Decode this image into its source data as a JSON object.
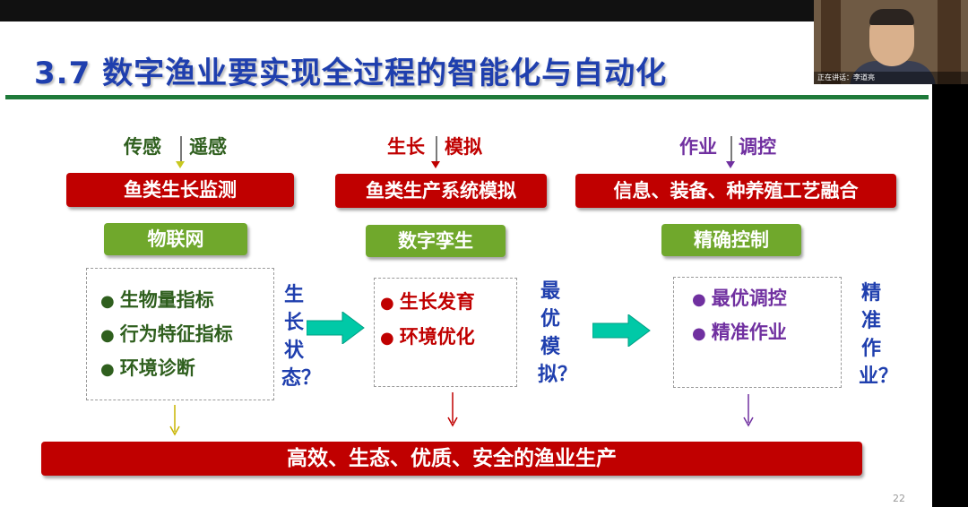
{
  "slide": {
    "title": "3.7  数字渔业要实现全过程的智能化与自动化",
    "page_number": "22",
    "column1": {
      "top_left": "传感",
      "top_right": "遥感",
      "red_label": "鱼类生长监测",
      "green_label": "物联网",
      "bullets": [
        "生物量指标",
        "行为特征指标",
        "环境诊断"
      ],
      "side_question": "生长状态？"
    },
    "column2": {
      "top_left": "生长",
      "top_right": "模拟",
      "red_label": "鱼类生产系统模拟",
      "green_label": "数字孪生",
      "bullets": [
        "生长发育",
        "环境优化"
      ],
      "side_question": "最优模拟？"
    },
    "column3": {
      "top_left": "作业",
      "top_right": "调控",
      "red_label": "信息、装备、种养殖工艺融合",
      "green_label": "精确控制",
      "bullets": [
        "最优调控",
        "精准作业"
      ],
      "side_question": "精准作业？"
    },
    "bottom_bar": "高效、生态、优质、安全的渔业生产"
  },
  "video": {
    "caption": "正在讲话：李道亮"
  },
  "colors": {
    "title_blue": "#1f3fae",
    "rule_green": "#1f7a3a",
    "box_red": "#c00000",
    "box_green": "#70a82c",
    "text_green": "#2f5f1e",
    "text_red": "#c00000",
    "text_purple": "#7030a0",
    "arrow_teal": "#00c9a7"
  }
}
